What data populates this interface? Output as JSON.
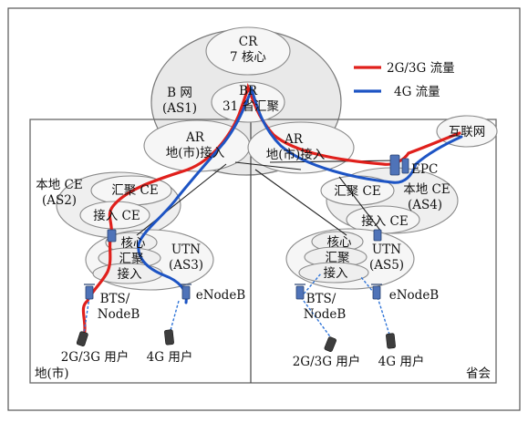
{
  "legend": {
    "red_label": "2G/3G 流量",
    "blue_label": "4G 流量",
    "red_color": "#e0201c",
    "blue_color": "#1d54c4"
  },
  "nodes": {
    "cr_line1": "CR",
    "cr_line2": "7 核心",
    "bnet_line1": "B 网",
    "bnet_line2": "(AS1)",
    "br_line1": "BR",
    "br_line2": "31 省汇聚",
    "ar_left_line1": "AR",
    "ar_left_line2": "地(市)接入",
    "ar_right_line1": "AR",
    "ar_right_line2": "地(市)接入",
    "internet": "互联网",
    "epc": "EPC",
    "local_ce_left_line1": "本地 CE",
    "local_ce_left_line2": "(AS2)",
    "agg_ce_left": "汇聚 CE",
    "access_ce_left": "接入 CE",
    "local_ce_right_line1": "本地 CE",
    "local_ce_right_line2": "(AS4)",
    "agg_ce_right": "汇聚 CE",
    "access_ce_right": "接入 CE",
    "utn_left_layers": [
      "核心",
      "汇聚",
      "接入"
    ],
    "utn_left_line1": "UTN",
    "utn_left_line2": "(AS3)",
    "utn_right_layers": [
      "核心",
      "汇聚",
      "接入"
    ],
    "utn_right_line1": "UTN",
    "utn_right_line2": "(AS5)",
    "bts_left_line1": "BTS/",
    "bts_left_line2": "NodeB",
    "enodeb_left": "eNodeB",
    "bts_right_line1": "BTS/",
    "bts_right_line2": "NodeB",
    "enodeb_right": "eNodeB",
    "user_23g_left": "2G/3G 用户",
    "user_4g_left": "4G 用户",
    "user_23g_right": "2G/3G 用户",
    "user_4g_right": "4G 用户"
  },
  "regions": {
    "city": "地(市)",
    "province": "省会"
  }
}
